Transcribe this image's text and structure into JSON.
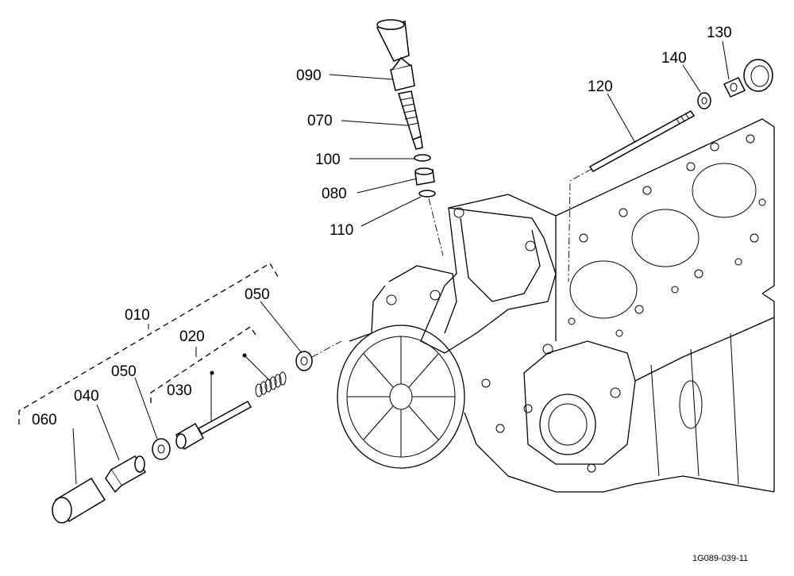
{
  "callouts": {
    "c010": "010",
    "c020": "020",
    "c030": "030",
    "c040": "040",
    "c050a": "050",
    "c050b": "050",
    "c060": "060",
    "c070": "070",
    "c080": "080",
    "c090": "090",
    "c100": "100",
    "c110": "110",
    "c120": "120",
    "c130": "130",
    "c140": "140"
  },
  "figure_id": "1G089-039-11"
}
